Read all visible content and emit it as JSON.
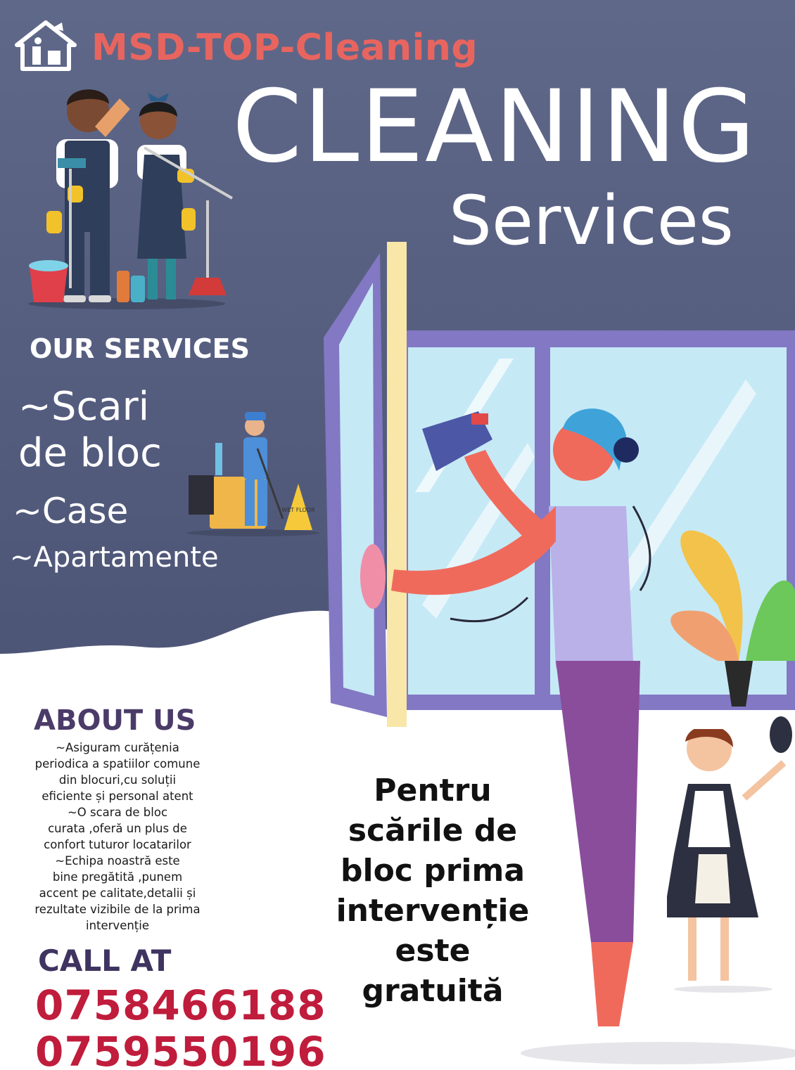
{
  "brand": {
    "name": "MSD-TOP-Cleaning"
  },
  "headline": {
    "line1": "CLEANING",
    "line2": "Services"
  },
  "services": {
    "title": "OUR SERVICES",
    "items": [
      {
        "line1": "~Scari",
        "line2": "de bloc"
      },
      {
        "line1": "~Case"
      },
      {
        "line1": "~Apartamente"
      }
    ]
  },
  "about": {
    "title": "ABOUT US",
    "lines": [
      "~Asiguram curățenia",
      "periodica a spatiilor comune",
      "din blocuri,cu soluții",
      "eficiente și personal atent",
      "~O scara de bloc",
      "curata ,oferă un plus de",
      "confort tuturor locatarilor",
      "~Echipa noastră este",
      "bine pregătită ,punem",
      "accent pe calitate,detalii și",
      "rezultate vizibile de la prima",
      "intervenție"
    ]
  },
  "contact": {
    "title": "CALL AT",
    "phones": [
      "0758466188",
      "0759550196"
    ]
  },
  "promo": {
    "lines": [
      "Pentru",
      "scările de",
      "bloc prima",
      "intervenție",
      "este",
      "gratuită"
    ]
  },
  "sign": {
    "text": "WET FLOOR"
  },
  "colors": {
    "navy_bg": "#565e80",
    "brand_red": "#e8655f",
    "phone_red": "#c01c3c",
    "purple_text": "#4a3b68",
    "window_frame": "#8378c4",
    "glass": "#c6e9f6"
  },
  "icons": [
    "house-logo-icon",
    "cleaning-couple-illustration",
    "janitor-illustration",
    "window-cleaner-illustration",
    "maid-illustration",
    "plant-illustration"
  ]
}
